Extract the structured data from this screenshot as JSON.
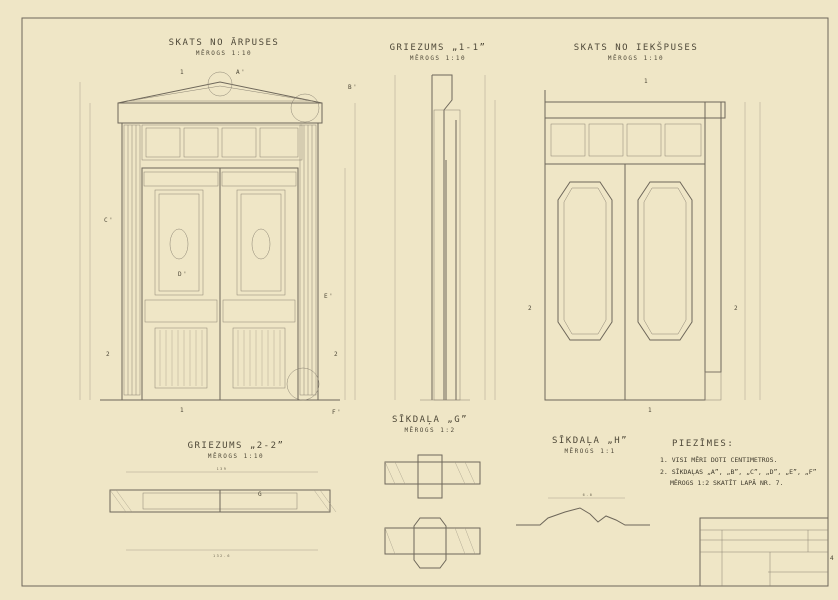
{
  "views": {
    "outside": {
      "title": "SKATS NO ĀRPUSES",
      "scale": "MĒROGS 1:10"
    },
    "section11": {
      "title": "GRIEZUMS „1-1”",
      "scale": "MĒROGS 1:10"
    },
    "inside": {
      "title": "SKATS NO IEKŠPUSES",
      "scale": "MĒROGS 1:10"
    },
    "section22": {
      "title": "GRIEZUMS „2-2”",
      "scale": "MĒROGS 1:10"
    },
    "detailG": {
      "title": "SĪKDAĻA „G”",
      "scale": "MĒROGS 1:2"
    },
    "detailH": {
      "title": "SĪKDAĻA „H”",
      "scale": "MĒROGS 1:1"
    }
  },
  "markers": {
    "A": "A'",
    "B": "B'",
    "C": "C'",
    "D": "D'",
    "E": "E'",
    "F": "F'",
    "G": "G",
    "one": "1",
    "two": "2"
  },
  "notes": {
    "title": "PIEZĪMES:",
    "items": [
      "1. VISI MĒRI DOTI CENTIMETROS.",
      "2. SĪKDAĻAS „A”, „B”, „C”, „D”, „E”, „F”",
      "MĒROGS 1:2 SKATĪT LAPĀ NR. 7."
    ]
  },
  "dimensions": {
    "overall_width": "139",
    "section_width": "132.6",
    "detail_width": "6.0"
  },
  "sheet_number": "4"
}
